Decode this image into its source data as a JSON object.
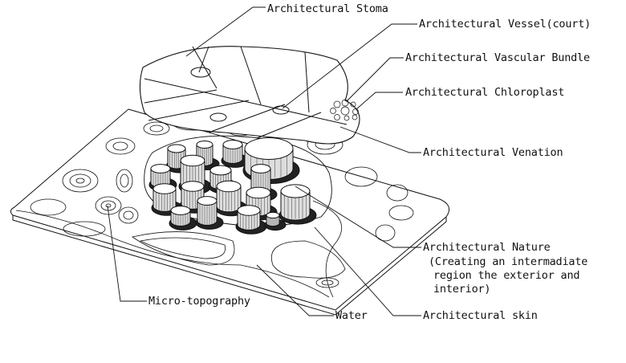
{
  "diagram": {
    "labels": {
      "stoma": "Architectural Stoma",
      "vessel": "Architectural Vessel(court)",
      "vascular_bundle": "Architectural Vascular Bundle",
      "chloroplast": "Architectural Chloroplast",
      "venation": "Architectural Venation",
      "nature_title": "Architectural Nature",
      "nature_line1": "(Creating an intermadiate",
      "nature_line2": "region the exterior and",
      "nature_line3": "interior)",
      "micro_topography": "Micro-topography",
      "water": "Water",
      "skin": "Architectural skin"
    },
    "colors": {
      "ink": "#111111",
      "paper": "#ffffff"
    }
  }
}
